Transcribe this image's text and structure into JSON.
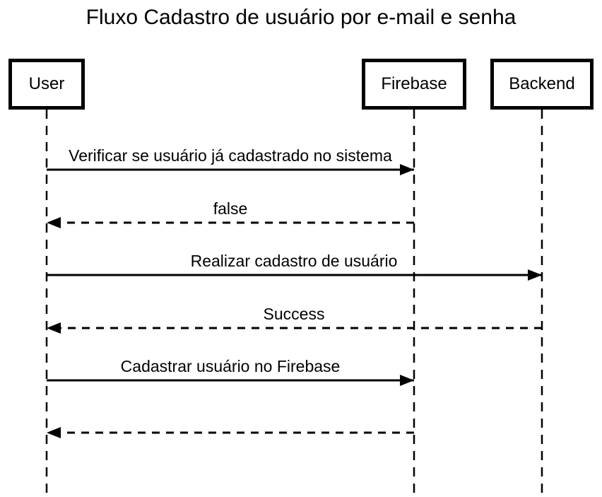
{
  "title": "Fluxo Cadastro de usuário por e-mail e senha",
  "diagram": {
    "type": "sequence",
    "actors": [
      {
        "name": "User"
      },
      {
        "name": "Firebase"
      },
      {
        "name": "Backend"
      }
    ],
    "messages": [
      {
        "from": "User",
        "to": "Firebase",
        "label": "Verificar se usuário já cadastrado no sistema",
        "line": "solid"
      },
      {
        "from": "Firebase",
        "to": "User",
        "label": "false",
        "line": "dashed"
      },
      {
        "from": "User",
        "to": "Backend",
        "label": "Realizar cadastro de usuário",
        "line": "solid"
      },
      {
        "from": "Backend",
        "to": "User",
        "label": "Success",
        "line": "dashed"
      },
      {
        "from": "User",
        "to": "Firebase",
        "label": "Cadastrar usuário no Firebase",
        "line": "solid"
      },
      {
        "from": "Firebase",
        "to": "User",
        "label": "",
        "line": "dashed"
      }
    ]
  },
  "colors": {
    "stroke": "#000000",
    "text": "#000000",
    "background": "#ffffff",
    "actor_fill": "#ffffff"
  }
}
